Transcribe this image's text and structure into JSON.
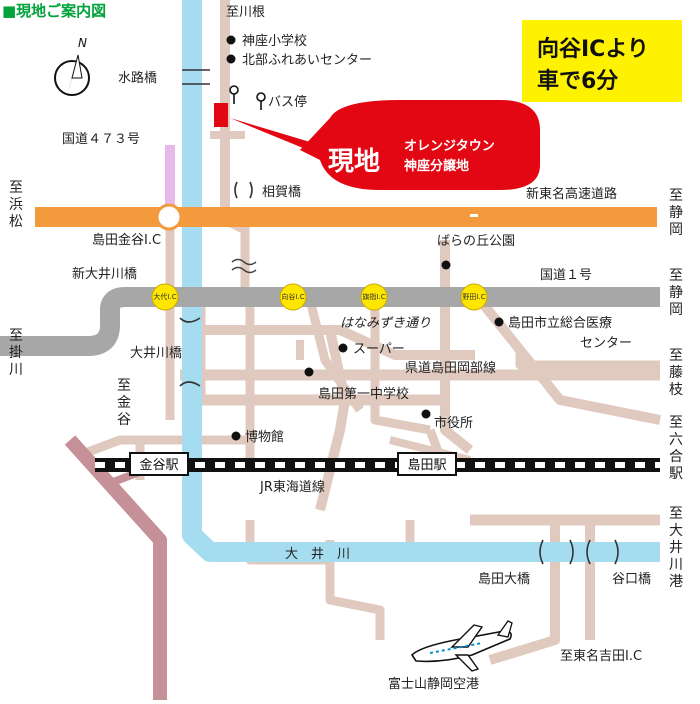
{
  "header": {
    "title": "■現地ご案内図"
  },
  "callout_box": {
    "line1": "向谷ICより",
    "line2": "車で6分"
  },
  "site": {
    "label": "現地",
    "sub1": "オレンジタウン",
    "sub2": "神座分譲地"
  },
  "north": {
    "letter": "N"
  },
  "landmarks": {
    "kawane": "至川根",
    "kanza_school": "神座小学校",
    "hokubu_center": "北部ふれあいセンター",
    "suirobashi": "水路橋",
    "bus_stop": "バス停",
    "route473": "国道４７３号",
    "aigabashi": "相賀橋",
    "shintomei": "新東名高速道路",
    "hamamatsu": "至浜松",
    "shizuoka_top": "至静岡",
    "shimada_kanaya_ic": "島田金谷I.C",
    "barano_oka": "ばらの丘公園",
    "shin_ooigawa": "新大井川橋",
    "route1": "国道１号",
    "shizuoka_mid": "至静岡",
    "kakegawa": "至掛川",
    "hanamizuki": "はなみずき通り",
    "hospital": "島田市立総合医療",
    "hospital2": "センター",
    "ooigawabashi": "大井川橋",
    "super": "スーパー",
    "prefroad": "県道島田岡部線",
    "fujieda": "至藤枝",
    "kanaya_to": "至金谷",
    "daiichi_jh": "島田第一中学校",
    "cityhall": "市役所",
    "museum": "博物館",
    "rokugo": "至六合駅",
    "kanaya_sta": "金谷駅",
    "shimada_sta": "島田駅",
    "jr_line": "JR東海道線",
    "ooi_river": "大　井　川",
    "ooigawa_port": "至大井川港",
    "shimada_oohashi": "島田大橋",
    "taniguchi": "谷口橋",
    "higashi_yoshida": "至東名吉田I.C",
    "airport": "富士山静岡空港"
  },
  "ic_badges": [
    "大代I.C",
    "向谷I.C",
    "旗指I.C",
    "野田I.C"
  ],
  "colors": {
    "river": "#a6dcef",
    "road": "#e0c9be",
    "highway": "#f29a3c",
    "route1": "#a7a7a7",
    "site": "#e30613",
    "callout_bg": "#fff200",
    "header": "#00a23a",
    "rail": "#8b4e63",
    "route473": "#e7b8ea",
    "badge": "#ffe600"
  }
}
